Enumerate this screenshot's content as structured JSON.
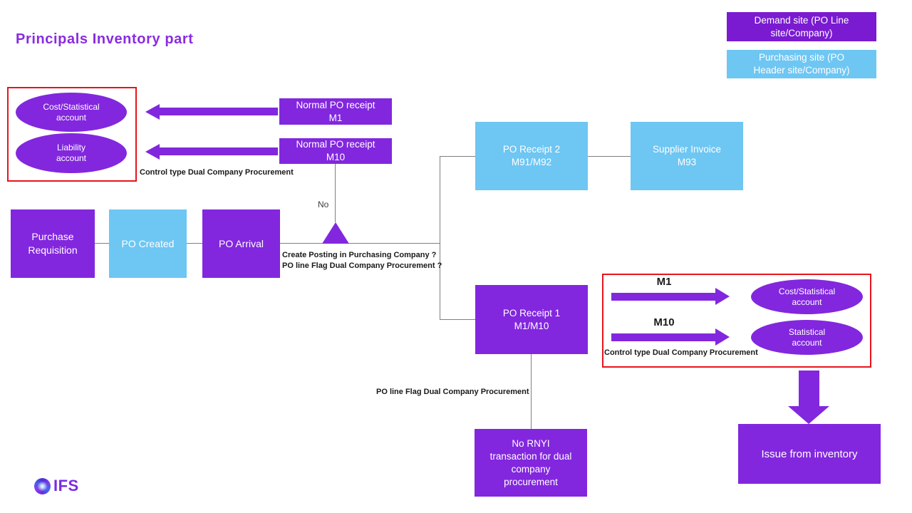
{
  "colors": {
    "purple": "#8227DE",
    "legend_purple": "#7A1BD1",
    "blue": "#6EC6F3",
    "red": "#E8141C",
    "line_gray": "#7f7f7f",
    "title_purple": "#8A2BE0",
    "text_dark": "#1a1a1a",
    "logo_purple": "#7B2BE0"
  },
  "page": {
    "title": "Principals Inventory part"
  },
  "legend": {
    "demand": {
      "lines": [
        "Demand site (PO Line",
        "site/Company)"
      ]
    },
    "purchasing": {
      "lines": [
        "Purchasing site (PO",
        "Header site/Company)"
      ]
    }
  },
  "accounts_group": {
    "cost": {
      "lines": [
        "Cost/Statistical",
        "account"
      ]
    },
    "liability": {
      "lines": [
        "Liability",
        "account"
      ]
    },
    "caption": "Control type Dual Company Procurement"
  },
  "normal_receipts": {
    "m1": {
      "lines": [
        "Normal PO receipt",
        "M1"
      ]
    },
    "m10": {
      "lines": [
        "Normal PO receipt",
        "M10"
      ]
    }
  },
  "flow": {
    "purchase_requisition": {
      "lines": [
        "Purchase",
        "Requisition"
      ]
    },
    "po_created": {
      "label": "PO Created"
    },
    "po_arrival": {
      "label": "PO Arrival"
    }
  },
  "decision": {
    "no_label": "No",
    "question_lines": [
      "Create Posting in Purchasing Company ?",
      "PO line Flag Dual Company Procurement ?"
    ]
  },
  "branch_top": {
    "po_receipt_2": {
      "lines": [
        "PO Receipt 2",
        "M91/M92"
      ]
    },
    "supplier_invoice": {
      "lines": [
        "Supplier Invoice",
        "M93"
      ]
    }
  },
  "branch_bottom": {
    "po_receipt_1": {
      "lines": [
        "PO Receipt 1",
        "M1/M10"
      ]
    },
    "caption": "PO line Flag Dual Company Procurement",
    "no_rnyi": {
      "lines": [
        "No RNYI",
        "transaction for dual",
        "company",
        "procurement"
      ]
    }
  },
  "postings_group": {
    "m1_label": "M1",
    "m10_label": "M10",
    "cost": {
      "lines": [
        "Cost/Statistical",
        "account"
      ]
    },
    "statistical": {
      "lines": [
        "Statistical",
        "account"
      ]
    },
    "caption": "Control type Dual Company Procurement"
  },
  "issue": {
    "label": "Issue from inventory"
  },
  "logo": {
    "text": "IFS"
  }
}
